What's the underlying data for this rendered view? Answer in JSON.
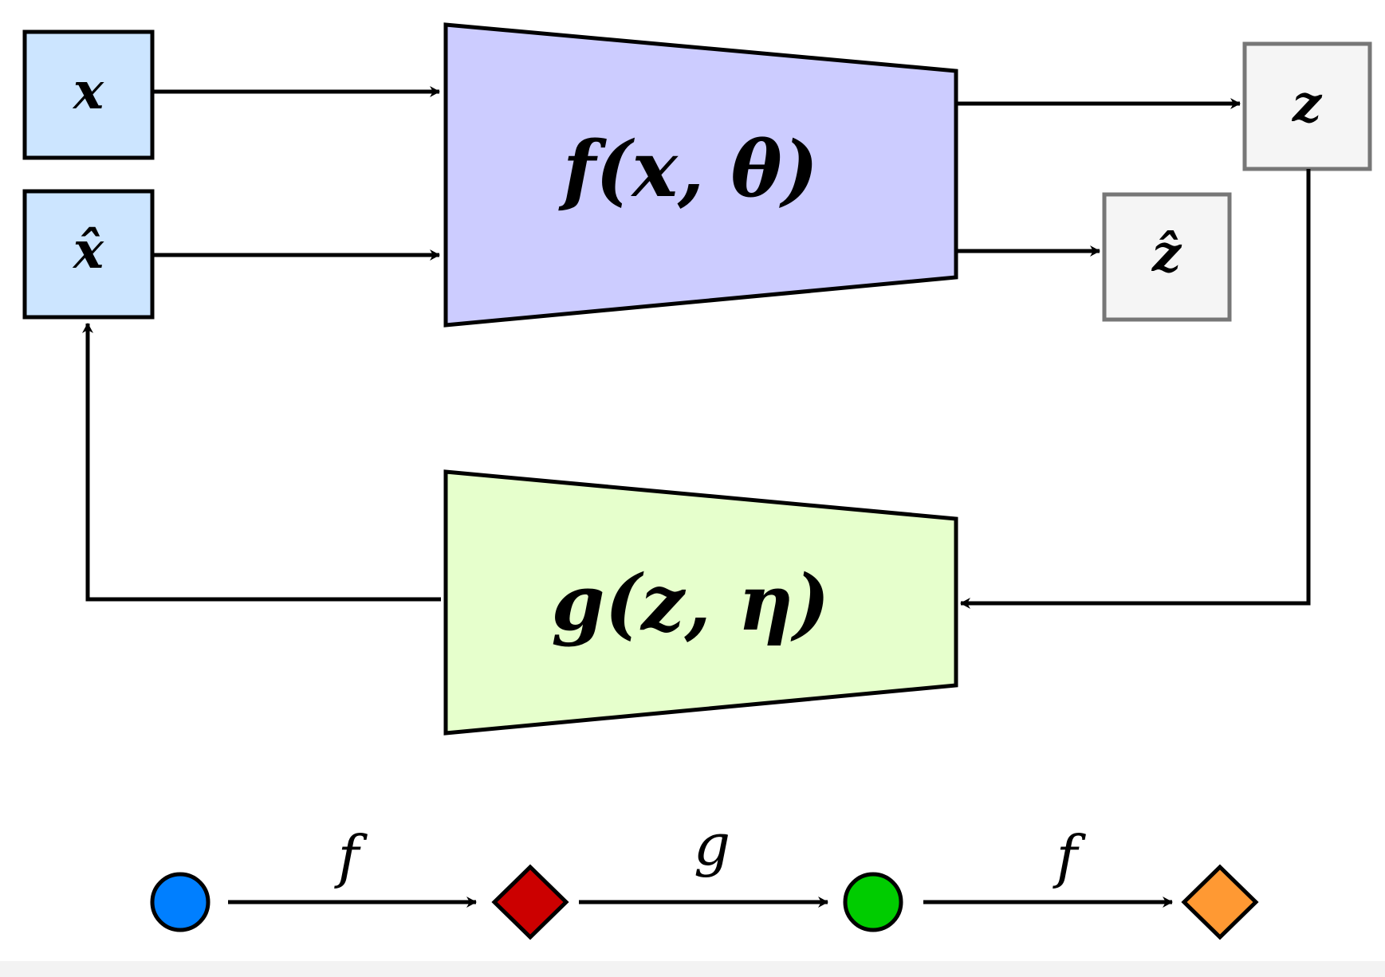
{
  "inputs": {
    "x": "x",
    "x_hat": "x̂"
  },
  "encoder": {
    "label": "f(x, θ)",
    "fill": "#ccccff"
  },
  "decoder": {
    "label": "g(z, η)",
    "fill": "#e6ffcc"
  },
  "latents": {
    "z": "z",
    "z_hat": "ẑ"
  },
  "chain": {
    "edge_labels": [
      "f",
      "g",
      "f"
    ],
    "nodes": [
      {
        "shape": "circle",
        "color": "#007fff"
      },
      {
        "shape": "diamond",
        "color": "#cc0000"
      },
      {
        "shape": "circle",
        "color": "#00cc00"
      },
      {
        "shape": "diamond",
        "color": "#ff9933"
      }
    ]
  },
  "colors": {
    "input_box": "#cce5ff",
    "latent_box": "#f5f5f5",
    "latent_border": "#777777"
  }
}
